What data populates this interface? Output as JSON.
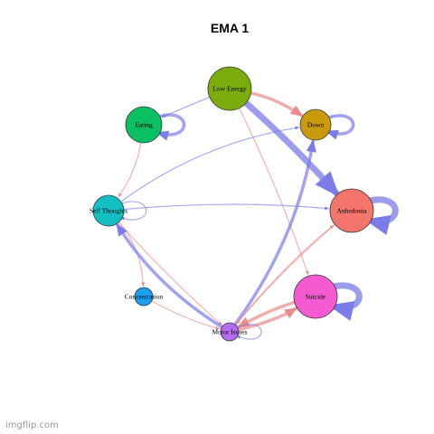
{
  "title": "EMA 1",
  "watermark": "imgflip.com",
  "colors": {
    "positive_edge": "#7b7bea",
    "negative_edge": "#ea8a8a",
    "node_stroke": "#333333"
  },
  "nodes": [
    {
      "id": "low_energy",
      "label": "Low Energy",
      "color": "#7aad0c",
      "size": "large"
    },
    {
      "id": "eating",
      "label": "Eating",
      "color": "#0bbf63",
      "size": "medium"
    },
    {
      "id": "down",
      "label": "Down",
      "color": "#c99a0b",
      "size": "small-medium"
    },
    {
      "id": "self_thoughts",
      "label": "Self Thoughts",
      "color": "#12c0c3",
      "size": "small-medium"
    },
    {
      "id": "anhedonia",
      "label": "Anhedonia",
      "color": "#f4756b",
      "size": "large"
    },
    {
      "id": "concentration",
      "label": "Concentration",
      "color": "#1b9fef",
      "size": "small"
    },
    {
      "id": "suicide",
      "label": "Suicide",
      "color": "#f55bd0",
      "size": "large"
    },
    {
      "id": "motor_issues",
      "label": "Motor Issues",
      "color": "#b66cf0",
      "size": "small"
    }
  ],
  "edges": [
    {
      "from": "low_energy",
      "to": "anhedonia",
      "sign": "positive",
      "strength": "strong"
    },
    {
      "from": "low_energy",
      "to": "down",
      "sign": "negative",
      "strength": "medium"
    },
    {
      "from": "low_energy",
      "to": "eating",
      "sign": "positive",
      "strength": "weak"
    },
    {
      "from": "low_energy",
      "to": "suicide",
      "sign": "negative",
      "strength": "weak"
    },
    {
      "from": "eating",
      "to": "self_thoughts",
      "sign": "negative",
      "strength": "weak"
    },
    {
      "from": "self_thoughts",
      "to": "down",
      "sign": "positive",
      "strength": "weak"
    },
    {
      "from": "self_thoughts",
      "to": "anhedonia",
      "sign": "positive",
      "strength": "weak"
    },
    {
      "from": "self_thoughts",
      "to": "concentration",
      "sign": "negative",
      "strength": "weak"
    },
    {
      "from": "self_thoughts",
      "to": "motor_issues",
      "sign": "negative",
      "strength": "weak"
    },
    {
      "from": "motor_issues",
      "to": "self_thoughts",
      "sign": "positive",
      "strength": "medium"
    },
    {
      "from": "motor_issues",
      "to": "down",
      "sign": "positive",
      "strength": "medium"
    },
    {
      "from": "motor_issues",
      "to": "anhedonia",
      "sign": "negative",
      "strength": "weak"
    },
    {
      "from": "motor_issues",
      "to": "suicide",
      "sign": "negative",
      "strength": "medium"
    },
    {
      "from": "suicide",
      "to": "motor_issues",
      "sign": "negative",
      "strength": "medium"
    },
    {
      "from": "concentration",
      "to": "motor_issues",
      "sign": "negative",
      "strength": "weak"
    },
    {
      "from": "anhedonia",
      "to": "motor_issues",
      "sign": "negative",
      "strength": "weak"
    }
  ],
  "self_loops": [
    {
      "node": "eating",
      "sign": "positive",
      "strength": "medium"
    },
    {
      "node": "down",
      "sign": "positive",
      "strength": "medium"
    },
    {
      "node": "anhedonia",
      "sign": "positive",
      "strength": "strong"
    },
    {
      "node": "self_thoughts",
      "sign": "positive",
      "strength": "weak"
    },
    {
      "node": "suicide",
      "sign": "positive",
      "strength": "strong"
    },
    {
      "node": "motor_issues",
      "sign": "positive",
      "strength": "weak"
    }
  ]
}
